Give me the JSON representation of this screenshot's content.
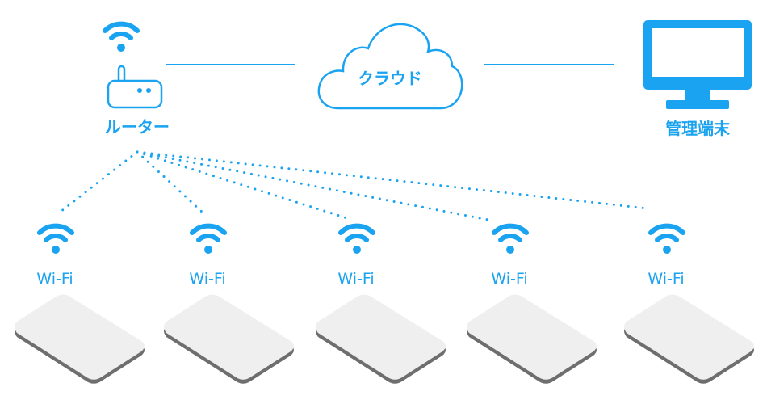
{
  "colors": {
    "accent": "#1aa3f0",
    "device": "#efefef",
    "device_shadow": "#6e6e6e"
  },
  "router": {
    "label": "ルーター",
    "icon": "router-icon"
  },
  "cloud": {
    "label": "クラウド",
    "icon": "cloud-icon"
  },
  "admin": {
    "label": "管理端末",
    "icon": "monitor-icon"
  },
  "devices": [
    {
      "label": "Wi-Fi"
    },
    {
      "label": "Wi-Fi"
    },
    {
      "label": "Wi-Fi"
    },
    {
      "label": "Wi-Fi"
    },
    {
      "label": "Wi-Fi"
    }
  ]
}
